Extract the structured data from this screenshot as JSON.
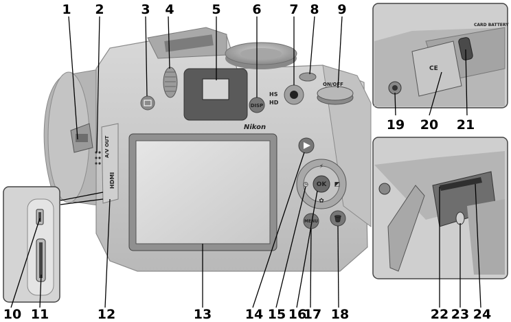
{
  "callouts": {
    "c1": "1",
    "c2": "2",
    "c3": "3",
    "c4": "4",
    "c5": "5",
    "c6": "6",
    "c7": "7",
    "c8": "8",
    "c9": "9",
    "c10": "10",
    "c11": "11",
    "c12": "12",
    "c13": "13",
    "c14": "14",
    "c15": "15",
    "c16": "16",
    "c17": "17",
    "c18": "18",
    "c19": "19",
    "c20": "20",
    "c21": "21",
    "c22": "22",
    "c23": "23",
    "c24": "24"
  },
  "camera_text": {
    "brand": "Nikon",
    "disp": "DISP",
    "ok": "OK",
    "menu": "MENU",
    "hs": "HS",
    "hd": "HD",
    "on_off": "ON/OFF",
    "av_out": "A/V OUT",
    "hdmi": "HDMI",
    "card_battery": "CARD BATTERY",
    "ce": "CE"
  }
}
